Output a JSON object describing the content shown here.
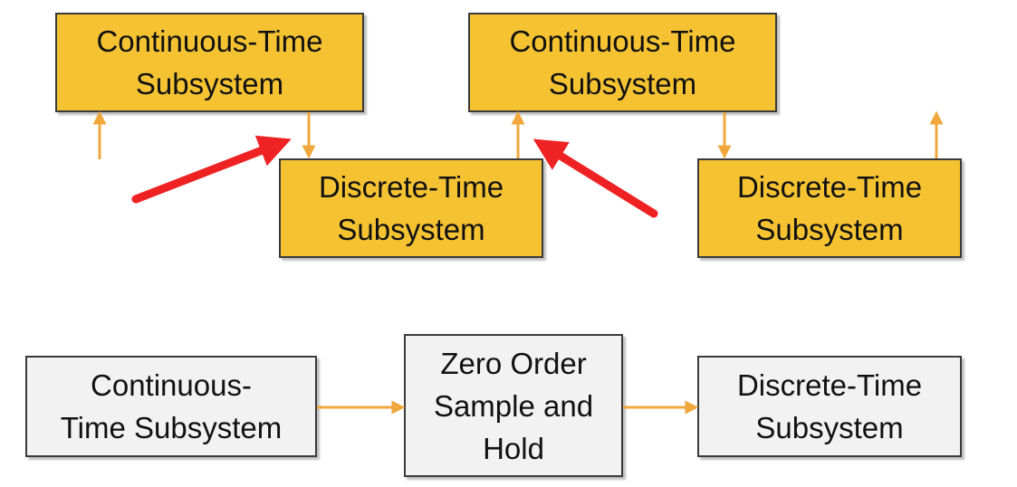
{
  "diagram": {
    "top_row": {
      "ct_subsystem_left": {
        "label": "Continuous-Time\nSubsystem"
      },
      "ct_subsystem_right": {
        "label": "Continuous-Time\nSubsystem"
      },
      "dt_subsystem_left": {
        "label": "Discrete-Time\nSubsystem"
      },
      "dt_subsystem_right": {
        "label": "Discrete-Time\nSubsystem"
      }
    },
    "bottom_row": {
      "ct_subsystem": {
        "label": "Continuous-\nTime Subsystem"
      },
      "zoh": {
        "label": "Zero Order\nSample and\nHold"
      },
      "dt_subsystem": {
        "label": "Discrete-Time\nSubsystem"
      }
    },
    "colors": {
      "block_yellow": "#f5c332",
      "block_gray": "#f2f2f2",
      "connector_orange": "#f0a83c",
      "annotation_red": "#ee2222"
    }
  }
}
